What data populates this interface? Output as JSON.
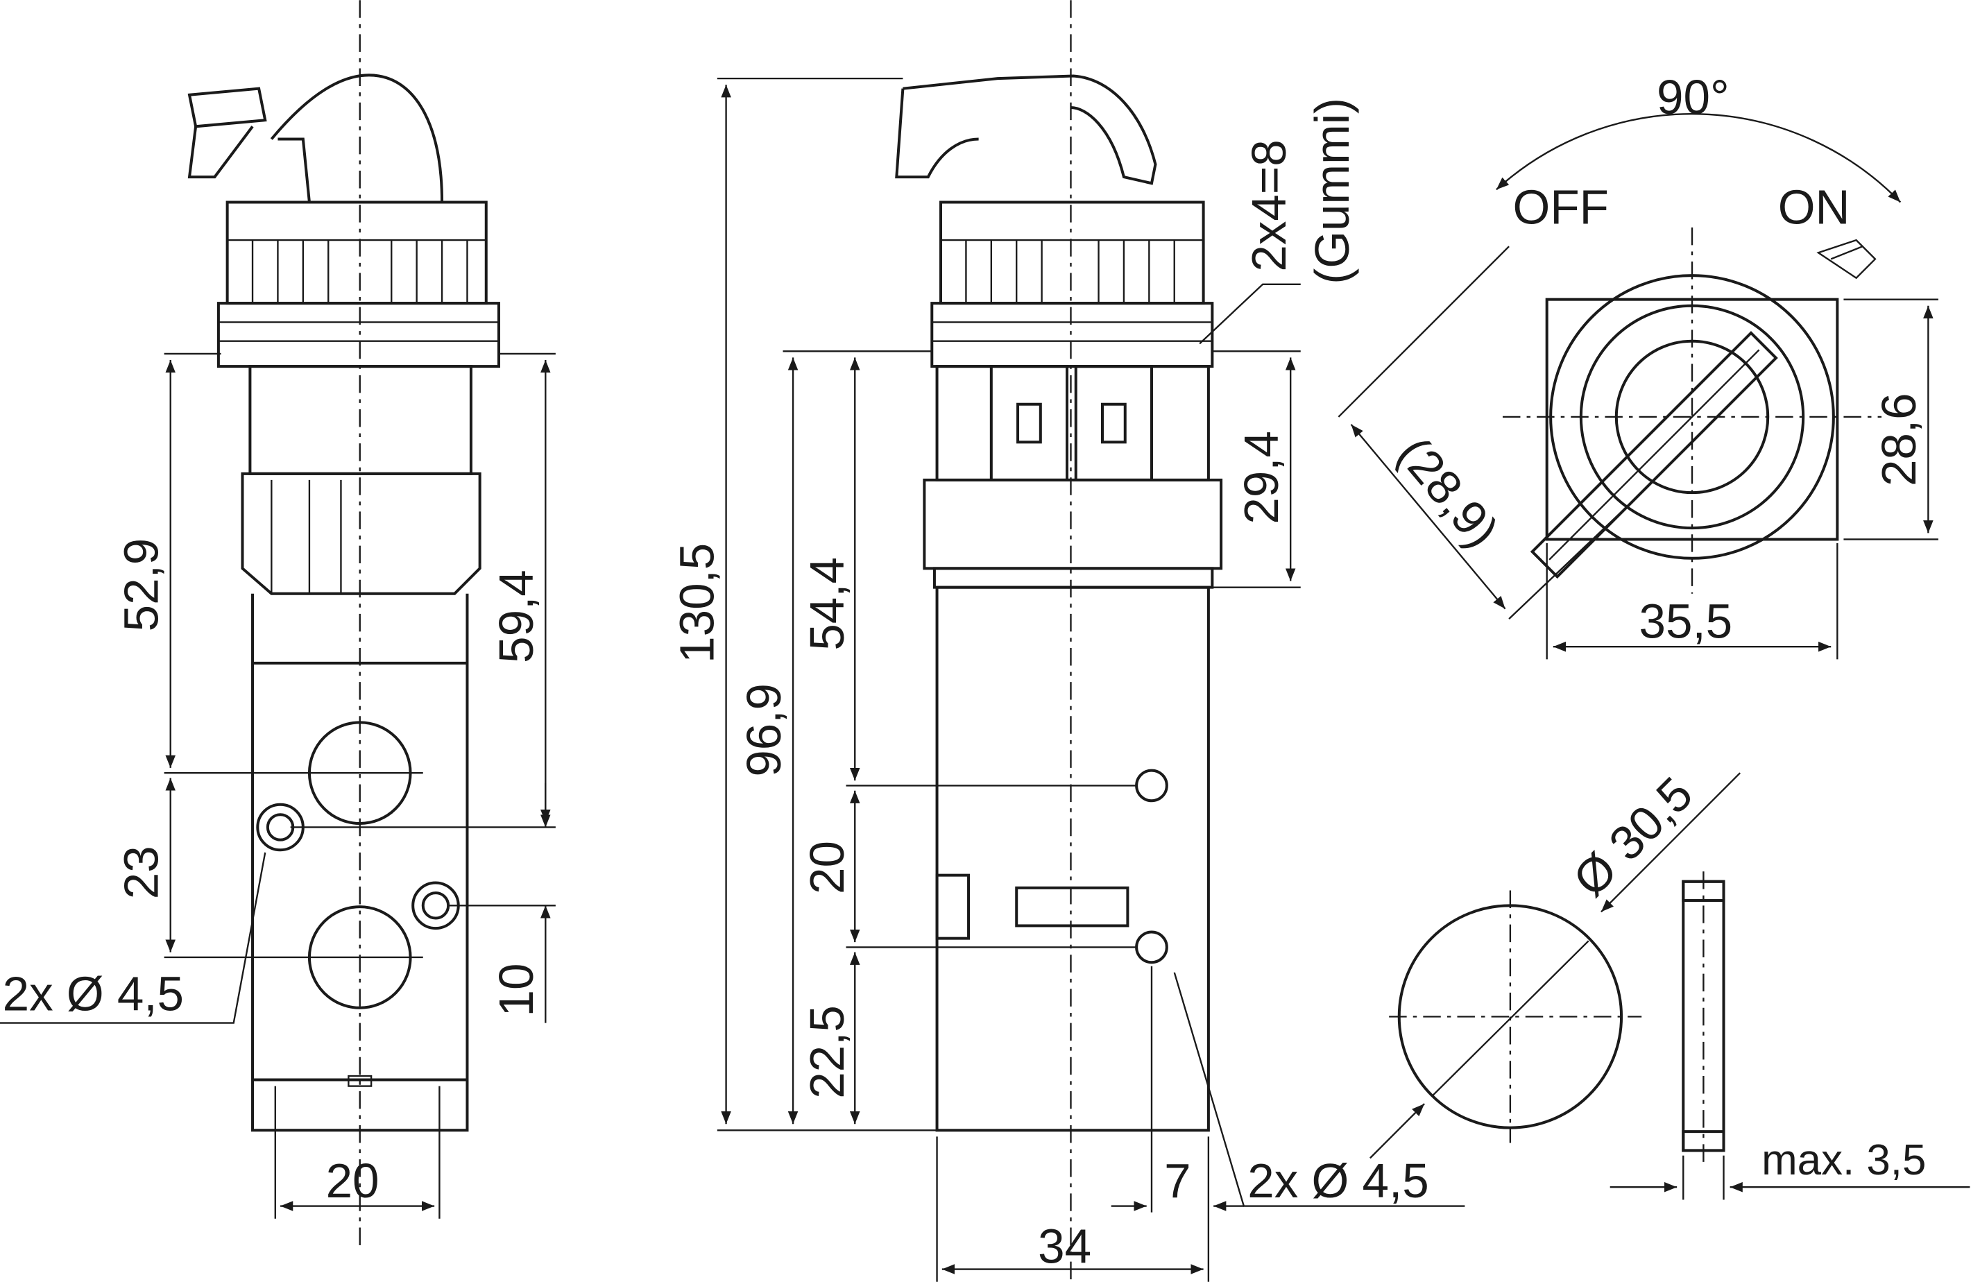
{
  "side_view": {
    "dim_height_upper": "52,9",
    "dim_height_right": "59,4",
    "dim_port_spacing": "23",
    "dim_offset": "10",
    "dim_holes": "2x Ø 4,5",
    "dim_width": "20"
  },
  "front_view": {
    "dim_total_height": "130,5",
    "dim_height_body": "96,9",
    "dim_height_mid": "54,4",
    "dim_hole_spacing": "20",
    "dim_bottom": "22,5",
    "dim_rubber": "2x4=8",
    "dim_rubber_note": "(Gummi)",
    "dim_head": "29,4",
    "dim_edge": "7",
    "dim_width": "34",
    "dim_holes": "2x Ø 4,5"
  },
  "top_view": {
    "angle": "90°",
    "label_off": "OFF",
    "label_on": "ON",
    "dim_diag": "(28,9)",
    "dim_height": "28,6",
    "dim_width": "35,5"
  },
  "panel_cutout": {
    "dim_diameter": "Ø 30,5",
    "dim_thickness": "max. 3,5"
  }
}
